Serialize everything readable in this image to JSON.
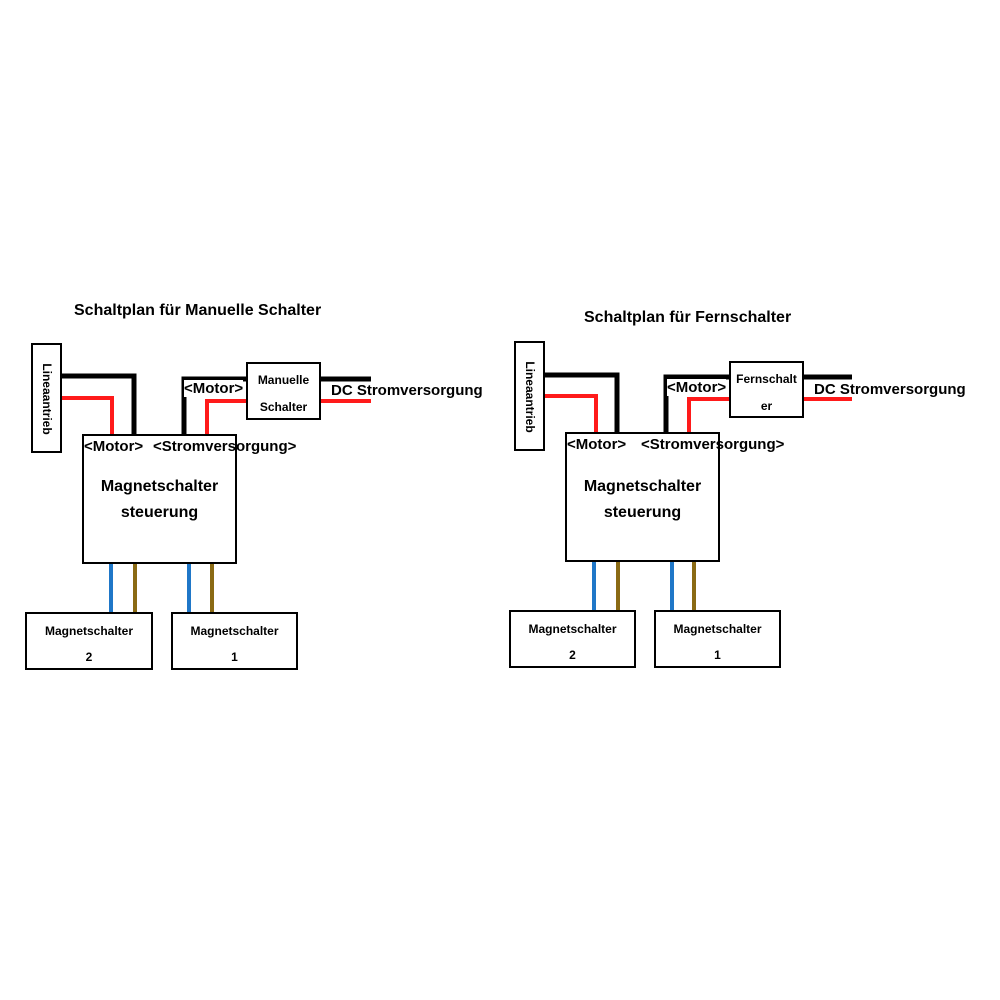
{
  "colors": {
    "wire_black": "#000000",
    "wire_red": "#ff1a1a",
    "wire_blue": "#1f77c8",
    "wire_brown": "#8a6a14"
  },
  "left": {
    "title": "Schaltplan für Manuelle Schalter",
    "actuator": "Lineaantrieb",
    "port_motor": "<Motor>",
    "port_power": "<Stromversorgung>",
    "controller_line1": "Magnetschalter",
    "controller_line2": "steuerung",
    "switch_line1": "Manuelle",
    "switch_line2": "Schalter",
    "switch_port": "<Motor>",
    "dc_label": "DC Stromversorgung",
    "valve2_line1": "Magnetschalter",
    "valve2_line2": "2",
    "valve1_line1": "Magnetschalter",
    "valve1_line2": "1"
  },
  "right": {
    "title": "Schaltplan für Fernschalter",
    "actuator": "Lineaantrieb",
    "port_motor": "<Motor>",
    "port_power": "<Stromversorgung>",
    "controller_line1": "Magnetschalter",
    "controller_line2": "steuerung",
    "switch_line1": "Fernschalt",
    "switch_line2": "er",
    "switch_port": "<Motor>",
    "dc_label": "DC Stromversorgung",
    "valve2_line1": "Magnetschalter",
    "valve2_line2": "2",
    "valve1_line1": "Magnetschalter",
    "valve1_line2": "1"
  }
}
